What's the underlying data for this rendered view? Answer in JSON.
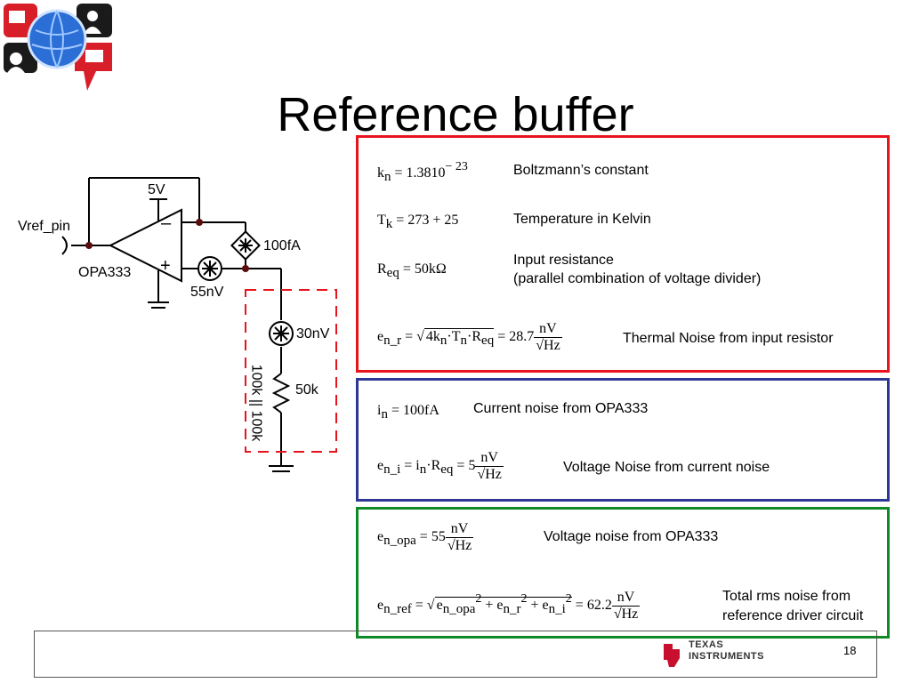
{
  "slide": {
    "title": "Reference buffer",
    "page_number": "18"
  },
  "schematic": {
    "supply_label": "5V",
    "pin_label": "Vref_pin",
    "opamp_label": "OPA333",
    "minus_sign": "–",
    "plus_sign": "+",
    "current_noise_label": "100fA",
    "voltage_noise_label": "55nV",
    "resistor_noise_label": "30nV",
    "resistor_label": "50k",
    "divider_label": "100k || 100k"
  },
  "red_box": {
    "kn_desc": "Boltzmann’s constant",
    "tk_desc": "Temperature in Kelvin",
    "req_desc_line1": "Input resistance",
    "req_desc_line2": "(parallel combination of voltage divider)",
    "enr_desc": "Thermal Noise from input resistor",
    "kn_value": "1.38",
    "kn_exp": "10",
    "kn_exp_power": "− 23",
    "tk_value": "273 + 25",
    "req_value": "50kΩ",
    "enr_value": "28.7"
  },
  "blue_box": {
    "in_desc": "Current noise from OPA333",
    "eni_desc": "Voltage Noise from current noise",
    "in_value": "100fA",
    "eni_value": "5"
  },
  "green_box": {
    "enopa_desc": "Voltage noise from OPA333",
    "enref_desc_line1": "Total rms noise from",
    "enref_desc_line2": "reference driver circuit",
    "enopa_value": "55",
    "enref_value": "62.2"
  },
  "units": {
    "nv": "nV",
    "hz": "Hz"
  },
  "footer": {
    "brand_line1": "Texas",
    "brand_line2": "Instruments"
  },
  "colors": {
    "red_box": "#e8141d",
    "blue_box": "#2c3893",
    "green_box": "#108a27",
    "dashed_box": "#e8141d",
    "ti_red": "#c8102e"
  },
  "icons": [
    "network-globe-logo-icon",
    "texas-instruments-logo-icon"
  ]
}
